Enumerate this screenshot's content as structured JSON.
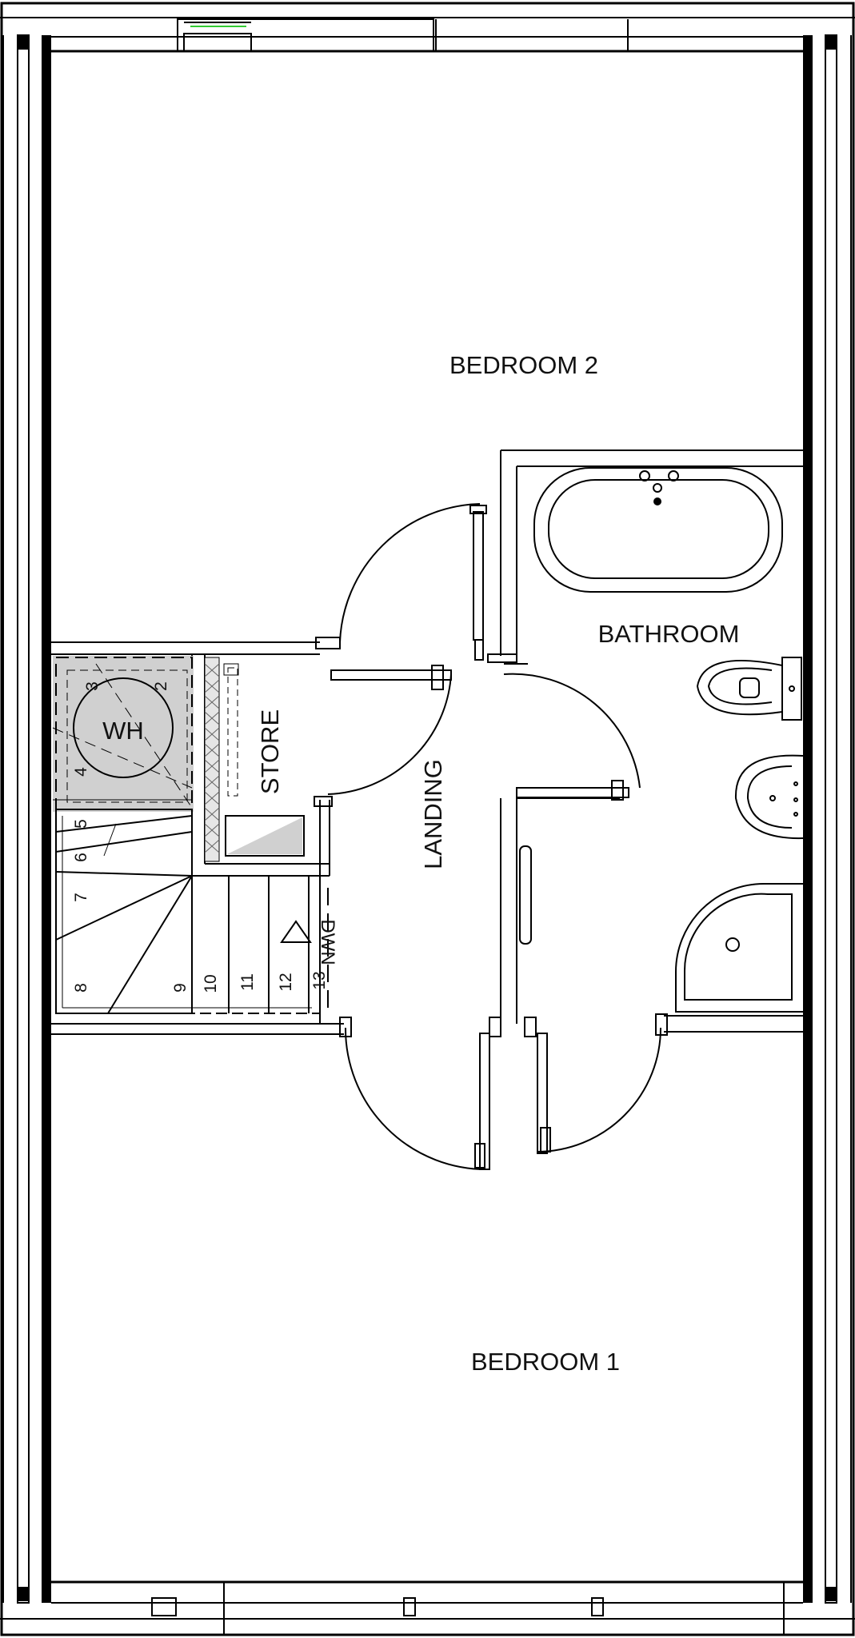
{
  "rooms": {
    "bedroom2": "BEDROOM 2",
    "bedroom1": "BEDROOM 1",
    "bathroom": "BATHROOM",
    "landing": "LANDING",
    "store": "STORE",
    "water_heater": "WH",
    "stairs_direction": "DWN"
  },
  "stair_steps": [
    "2",
    "3",
    "4",
    "5",
    "6",
    "7",
    "8",
    "9",
    "10",
    "11",
    "12",
    "13"
  ],
  "colors": {
    "line": "#000000",
    "fill_store": "#d0d0d0",
    "window_accent": "#33cc33"
  }
}
